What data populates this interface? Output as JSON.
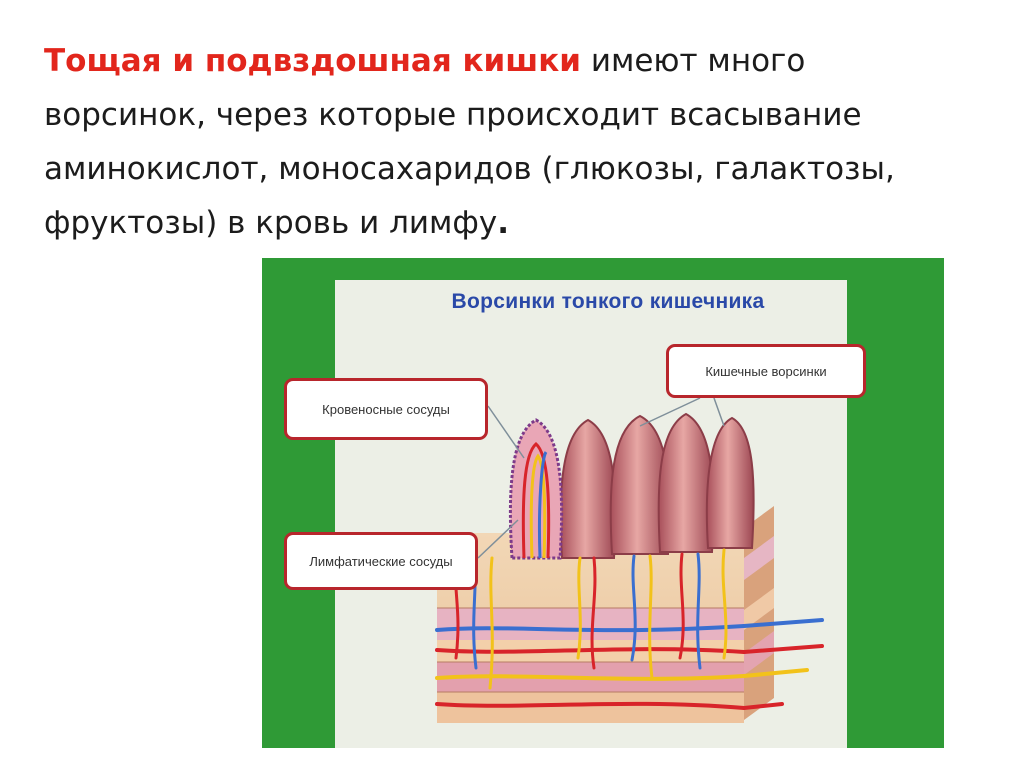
{
  "text": {
    "highlight": "Тощая и подвздошная кишки",
    "body": " имеют много ворсинок, через которые происходит всасывание аминокислот, моносахаридов (глюкозы, галактозы, фруктозы) в кровь и лимфу",
    "end": "."
  },
  "figure": {
    "title": "Ворсинки тонкого кишечника",
    "labels": {
      "villi": "Кишечные ворсинки",
      "blood_vessels": "Кровеносные сосуды",
      "lymph_vessels": "Лимфатические сосуды"
    }
  },
  "colors": {
    "highlight": "#e2261c",
    "frame_green": "#2f9a36",
    "title_blue": "#2a49a8",
    "callout_border": "#b8262c",
    "artery_red": "#d8242a",
    "vein_blue": "#3a6fd0",
    "lymph_yellow": "#f2c21a"
  }
}
